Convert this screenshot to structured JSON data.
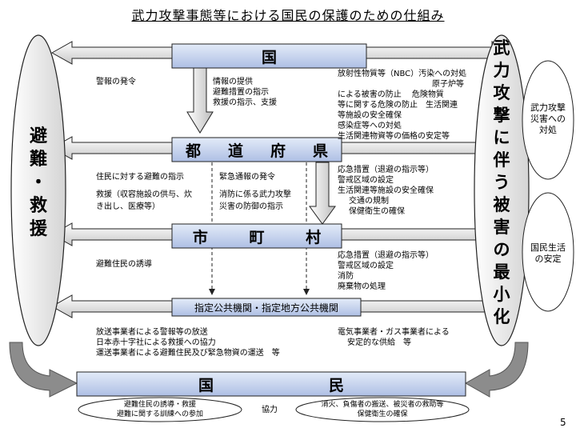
{
  "title": "武力攻撃事態等における国民の保護のための仕組み",
  "page_number": "5",
  "left_pillar": [
    "避",
    "難",
    "・",
    "救",
    "援"
  ],
  "right_pillar": [
    "武",
    "力",
    "攻",
    "撃",
    "に",
    "伴",
    "う",
    "被",
    "害",
    "の",
    "最",
    "小",
    "化"
  ],
  "right_ovals": {
    "top": [
      "武力攻撃",
      "災害への",
      "対処"
    ],
    "bottom": [
      "国民生活",
      "の安定"
    ]
  },
  "bars": {
    "kuni": "国",
    "todofuken": [
      "都",
      "道",
      "府",
      "県"
    ],
    "shichoson": [
      "市",
      "町",
      "村"
    ],
    "shitei": "指定公共機関・指定地方公共機関",
    "kokumin": [
      "国",
      "民"
    ]
  },
  "kuni_left": "警報の発令",
  "kuni_mid": [
    "情報の提供",
    "避難措置の指示",
    "救援の指示、支援"
  ],
  "kuni_right": [
    "放射性物質等（NBC）汚染への対処",
    "原子炉等",
    "による被害の防止　 危険物質",
    "等に関する危険の防止　生活関連",
    "等施設の安全確保",
    "感染症等への対処",
    "生活関連物資等の価格の安定等"
  ],
  "pref_left": [
    "住民に対する避難の指示",
    "救援（収容施設の供与、炊",
    "き出し、医療等）"
  ],
  "pref_mid": [
    "緊急通報の発令",
    "消防に係る武力攻撃",
    "災害の防御の指示"
  ],
  "pref_right": [
    "応急措置（退避の指示等）",
    "警戒区域の設定",
    "生活関連等施設の安全確保",
    "交通の規制",
    "保健衛生の確保"
  ],
  "city_left": "避難住民の誘導",
  "city_right": [
    "応急措置（退避の指示等）",
    "警戒区域の設定",
    "消防",
    "廃棄物の処理"
  ],
  "shitei_left": [
    "放送事業者による警報等の放送",
    "日本赤十字社による救援への協力",
    "運送事業者による避難住民及び緊急物資の運送　等"
  ],
  "shitei_right": [
    "電気事業者・ガス事業者による",
    "安定的な供給　等"
  ],
  "kokumin_left_oval": [
    "避難住民の誘導・救援",
    "避難に関する訓練への参加"
  ],
  "kokumin_center": "協力",
  "kokumin_right_oval": [
    "消火、負傷者の搬送、被災者の救助等",
    "保健衛生の確保"
  ]
}
